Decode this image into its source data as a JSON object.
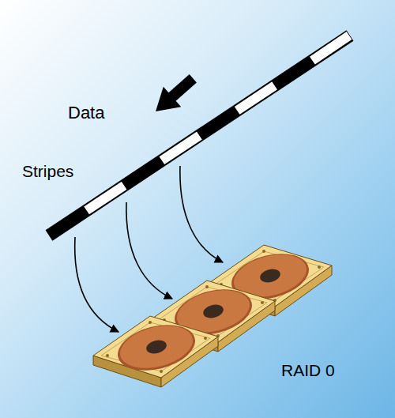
{
  "diagram": {
    "labels": [
      "Data",
      "Stripes",
      "RAID 0"
    ]
  }
}
